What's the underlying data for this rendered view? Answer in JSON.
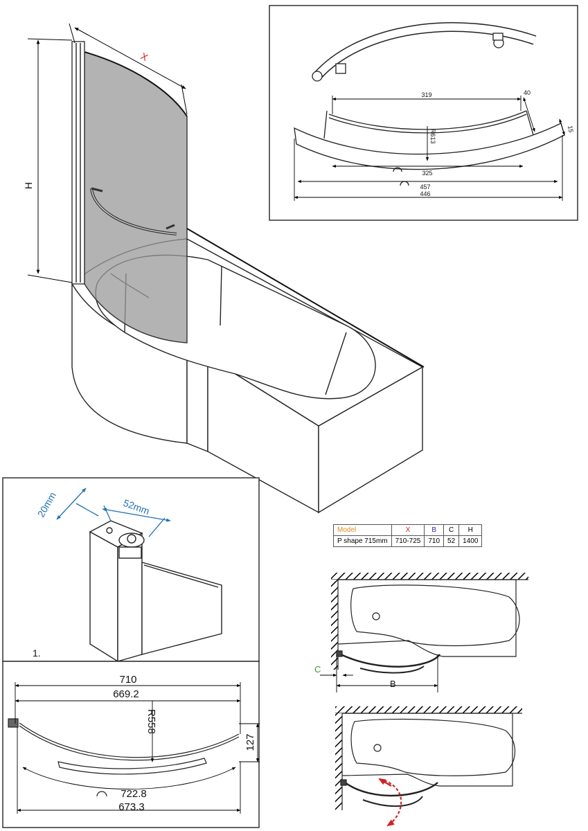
{
  "main_drawing": {
    "x_label": "X",
    "h_label": "H"
  },
  "rail_detail": {
    "top_width": "319",
    "offset": "40",
    "side": "15",
    "radius": "R613",
    "inner_width": "325",
    "mid_width": "457",
    "outer_width": "446"
  },
  "hinge_detail": {
    "depth": "20mm",
    "width": "52mm",
    "step_label": "1."
  },
  "plan_detail": {
    "top_width": "710",
    "second_width": "669.2",
    "radius": "R558",
    "depth": "127",
    "arc_width": "722.8",
    "bottom_width": "673.3"
  },
  "spec_table": {
    "headers": [
      "Model",
      "X",
      "B",
      "C",
      "H"
    ],
    "header_colors": [
      "#e08a1e",
      "#d42020",
      "#2a2a9a",
      "#222222",
      "#222222"
    ],
    "row": [
      "P shape 715mm",
      "710-725",
      "710",
      "52",
      "1400"
    ]
  },
  "top_view": {
    "c_label": "C",
    "b_label": "B",
    "c_color": "#3a9a2a",
    "arrow_color": "#d42020"
  }
}
